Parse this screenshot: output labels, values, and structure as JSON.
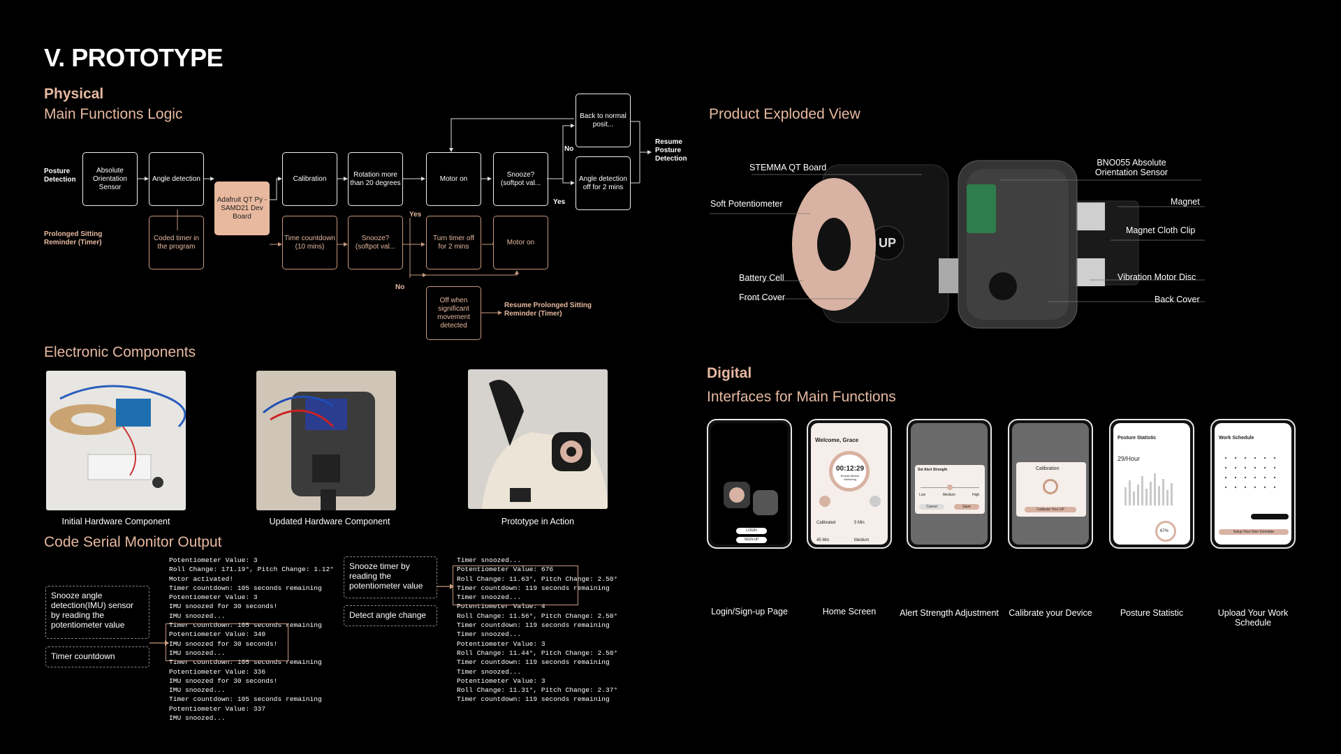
{
  "title": "V. PROTOTYPE",
  "physical": {
    "heading": "Physical",
    "logic_title": "Main Functions Logic",
    "rows": {
      "posture": "Posture Detection",
      "sitting": "Prolonged Sitting Reminder (Timer)"
    },
    "boxes": {
      "abs_sensor": "Absolute Orientation Sensor",
      "angle_det": "Angle detection",
      "board": "Adafruit QT Py - SAMD21 Dev Board",
      "calibration": "Calibration",
      "rotation": "Rotation more than 20 degrees",
      "motor_on_1": "Motor on",
      "snooze_1": "Snooze? (softpot val...",
      "back_normal": "Back to normal posit...",
      "angle_off": "Angle detection off for 2 mins",
      "coded_timer": "Coded timer in the program",
      "countdown": "Time countdown (10 mins)",
      "snooze_2": "Snooze? (softpot val...",
      "turn_timer_off": "Turn timer off for 2 mins",
      "motor_on_2": "Motor on",
      "off_movement": "Off when significant movement detected"
    },
    "labels": {
      "no1": "No",
      "yes1": "Yes",
      "yes2": "Yes",
      "no2": "No",
      "resume_posture": "Resume Posture Detection",
      "resume_sitting": "Resume Prolonged Sitting Reminder (Timer)"
    }
  },
  "exploded": {
    "title": "Product Exploded View",
    "labels": {
      "stemma": "STEMMA QT Board",
      "softpot": "Soft Potentiometer",
      "battery": "Battery Cell",
      "front": "Front Cover",
      "bno": "BNO055 Absolute Orientation Sensor",
      "magnet": "Magnet",
      "clip": "Magnet Cloth Clip",
      "vib": "Vibration Motor Disc",
      "back": "Back Cover"
    },
    "logo": "UP"
  },
  "electronic": {
    "title": "Electronic Components",
    "captions": [
      "Initial Hardware Component",
      "Updated Hardware Component",
      "Prototype in Action"
    ]
  },
  "serial": {
    "title": "Code Serial Monitor Output",
    "left_notes": [
      "Snooze angle detection(IMU) sensor by reading the potentiometer value",
      "Timer countdown"
    ],
    "right_notes": [
      "Snooze timer by reading the potentiometer value",
      "Detect angle change"
    ],
    "log1": "Potentiometer Value: 3\nRoll Change: 171.19°, Pitch Change: 1.12°\nMotor activated!\nTimer countdown: 105 seconds remaining\nPotentiometer Value: 3\nIMU snoozed for 30 seconds!\nIMU snoozed...\nTimer countdown: 105 seconds remaining\nPotentiometer Value: 340\nIMU snoozed for 30 seconds!\nIMU snoozed...\nTimer countdown: 105 seconds remaining\nPotentiometer Value: 336\nIMU snoozed for 30 seconds!\nIMU snoozed...\nTimer countdown: 105 seconds remaining\nPotentiometer Value: 337\nIMU snoozed...",
    "log2": "Timer snoozed...\nPotentiometer Value: 676\nRoll Change: 11.63°, Pitch Change: 2.50°\nTimer countdown: 119 seconds remaining\nTimer snoozed...\nPotentiometer Value: 4\nRoll Change: 11.56°, Pitch Change: 2.50°\nTimer countdown: 119 seconds remaining\nTimer snoozed...\nPotentiometer Value: 3\nRoll Change: 11.44°, Pitch Change: 2.50°\nTimer countdown: 119 seconds remaining\nTimer snoozed...\nPotentiometer Value: 3\nRoll Change: 11.31°, Pitch Change: 2.37°\nTimer countdown: 119 seconds remaining"
  },
  "digital": {
    "heading": "Digital",
    "title": "Interfaces for Main Functions",
    "captions": [
      "Login/Sign-up Page",
      "Home Screen",
      "Alert Strength Adjustment",
      "Calibrate your Device",
      "Posture Statistic",
      "Upload Your Work Schedule"
    ],
    "screen_text": {
      "login": "LOGIN",
      "signup": "SIGN-UP",
      "welcome": "Welcome, Grace",
      "timer": "00:12:29",
      "remain": "Remain Before Stretching",
      "calibrated": "Calibrated",
      "min5": "5 Min",
      "min45": "45 Min",
      "medium": "Medium",
      "alert_title": "Set Alert Strength",
      "low": "Low",
      "med": "Medium",
      "high": "High",
      "cancel": "Cancel",
      "save": "Save",
      "calib_title": "Calibration",
      "calib_btn": "Calibrate Your UP",
      "stat_title": "Posture Statistic",
      "per_hour": "29/Hour",
      "pct": "67%",
      "sched_title": "Work Schedule",
      "sched_btn": "Setup Your Own Schedule"
    }
  },
  "colors": {
    "accent": "#e7b9a0",
    "bg": "#000000"
  }
}
